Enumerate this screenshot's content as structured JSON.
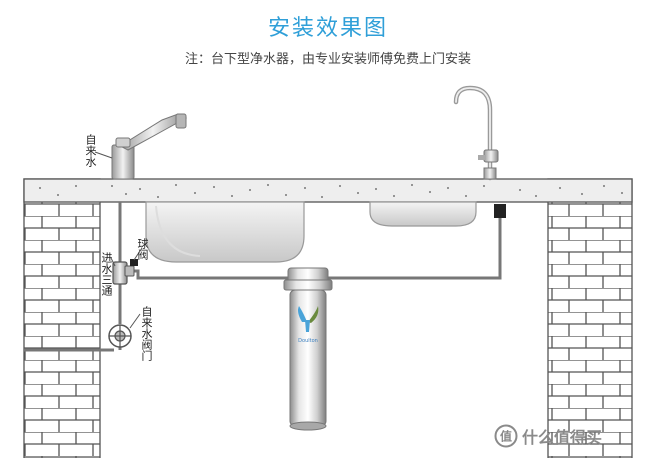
{
  "header": {
    "title": "安装效果图",
    "subtitle": "注：台下型净水器，由专业安装师傅免费上门安装"
  },
  "labels": {
    "tap_water": "自来水",
    "ball_valve": "球阀",
    "inlet_tee": "进水三通",
    "tap_water_valve": "自来水阀门"
  },
  "filter": {
    "logo_text": "Doulton"
  },
  "watermark": {
    "text": "什么值得买",
    "logo_char": "值"
  },
  "colors": {
    "title": "#2f9fd8",
    "brick_line": "#555555",
    "pipe": "#777777",
    "steel": "#c9c9c9",
    "counter": "#eeeeee"
  }
}
